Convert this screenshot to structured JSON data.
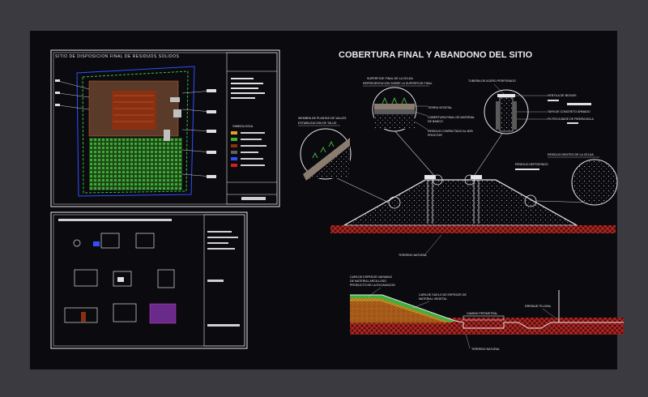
{
  "main_title": "COBERTURA FINAL Y ABANDONO DEL SITIO",
  "sheet1_title": "SITIO DE DISPOSICION FINAL DE RESIDUOS SOLIDOS",
  "legend_title": "SIMBOLOGIA",
  "labels": {
    "superficie": "SUPERFICIE FINAL DE LA CELDA",
    "representacion": "REPRESENTACION SOBRE LA SUPERFICIE FINAL",
    "tierra_vegetal": "TIERRA VEGETAL",
    "cobertura": "COBERTURA FINAL DE MATERIAL",
    "de_banco": "DE BANCO",
    "residuo_compactado": "RESIDUO COMPACTADO AL 80%",
    "proctor": "PROCTOR",
    "tuberia": "TUBERIA DE ACERO PERFORADO",
    "ventila": "VENTILA DE BIOGAS",
    "tapa": "TAPA DE CONCRETO ARMADO",
    "filtro": "FILTRO A BASE DE PIEDRA BOLA",
    "siembra": "SIEMBRA DE PLANTAS DE VALLES",
    "estabilizacion": "ESTABILIZACION DE TALUD",
    "residuo_celda": "RESIDUO DENTRO DE LA CELDA",
    "residuo_depositado": "RESIDUO DEPOSITADO",
    "terreno1": "TERRENO NATURAL",
    "capa_espesor": "CAPA DE ESPESOR VARIABLE",
    "material_arcilloso": "DE MATERIAL ARCILLOSO",
    "producto": "PRODUCTO DE LA EXCAVACION",
    "capa_suelo": "CAPA DE SUELO DE ESPESOR DE",
    "material_vegetal": "MATERIAL VEGETAL",
    "camino": "CAMINO PERIMETRAL",
    "drenaje": "DRENAJE PLUVIAL",
    "terreno2": "TERRENO NATURAL"
  },
  "colors": {
    "background": "#3a3a40",
    "sheet": "#0a0a0f",
    "frame": "#ffffff",
    "slab": "#8a7d70",
    "hatch_red": "#c0302a",
    "clay": "#e0a020",
    "vegetation": "#3fae3f"
  }
}
